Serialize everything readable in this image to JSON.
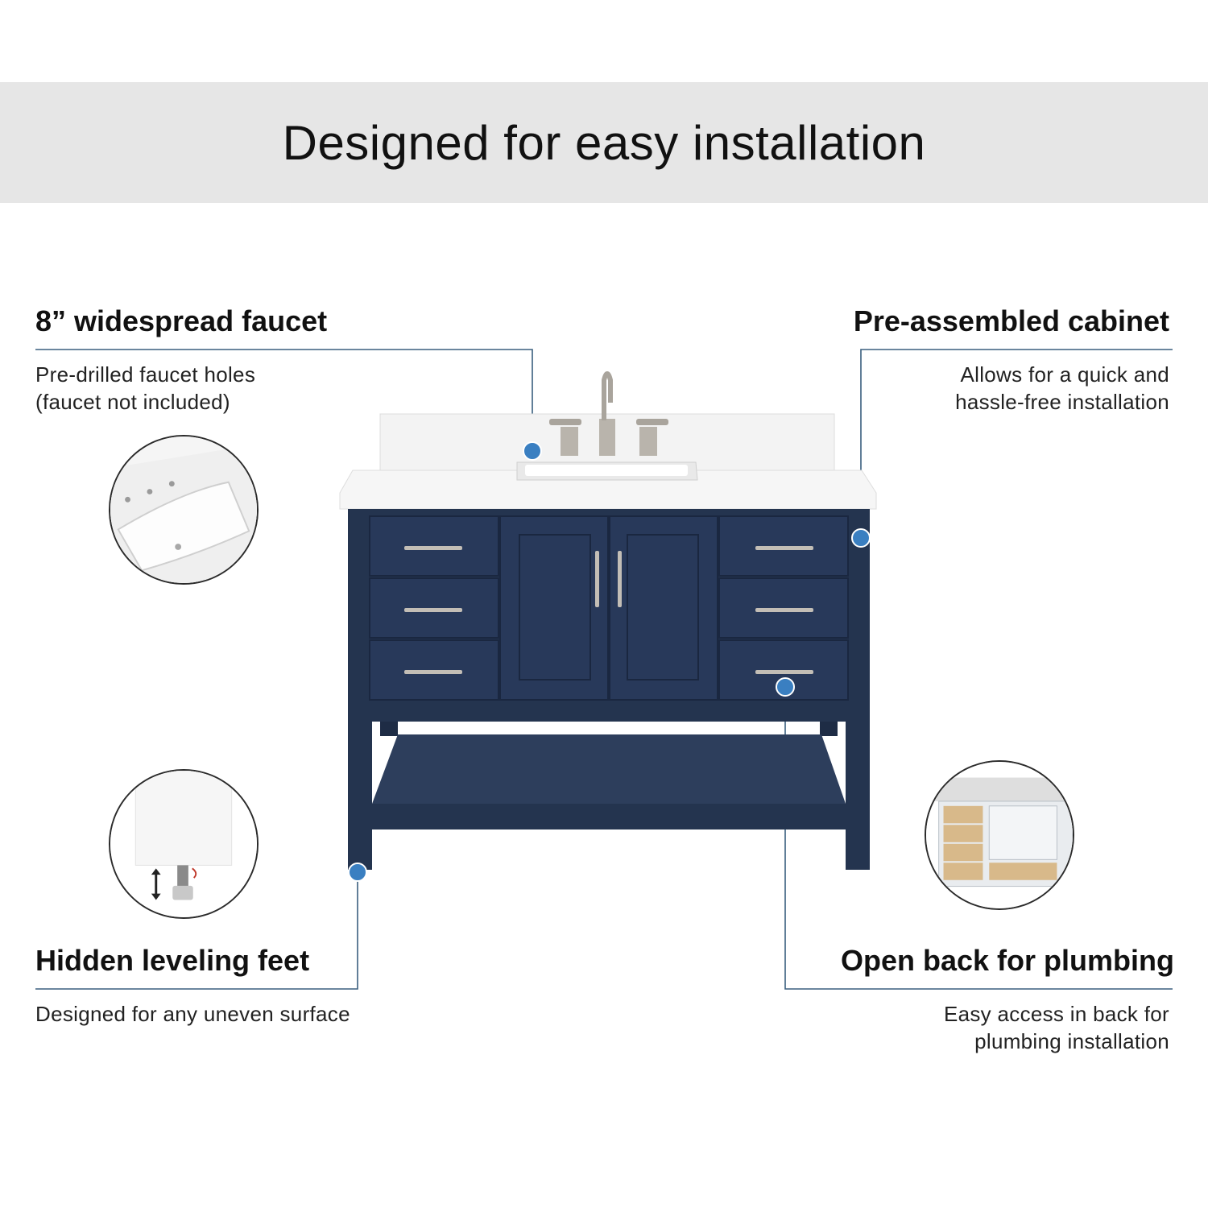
{
  "header": {
    "title": "Designed for easy installation"
  },
  "features": [
    {
      "title": "8” widespread faucet",
      "description": "Pre-drilled faucet holes\n(faucet not included)",
      "inset_icon": "undermount-sink-icon"
    },
    {
      "title": "Pre-assembled cabinet",
      "description": "Allows for  a quick and\nhassle-free installation"
    },
    {
      "title": "Hidden leveling feet",
      "description": "Designed for any uneven surface",
      "inset_icon": "leveling-foot-icon"
    },
    {
      "title": "Open back for plumbing",
      "description": "Easy access in back for\nplumbing installation",
      "inset_icon": "open-back-cabinet-icon"
    }
  ],
  "colors": {
    "banner_background": "#e6e6e6",
    "callout_dot": "#3a7fc1",
    "callout_line": "#3a5f7e",
    "cabinet_navy": "#24344f",
    "countertop": "#f7f7f7",
    "hardware": "#b9b4ac"
  }
}
